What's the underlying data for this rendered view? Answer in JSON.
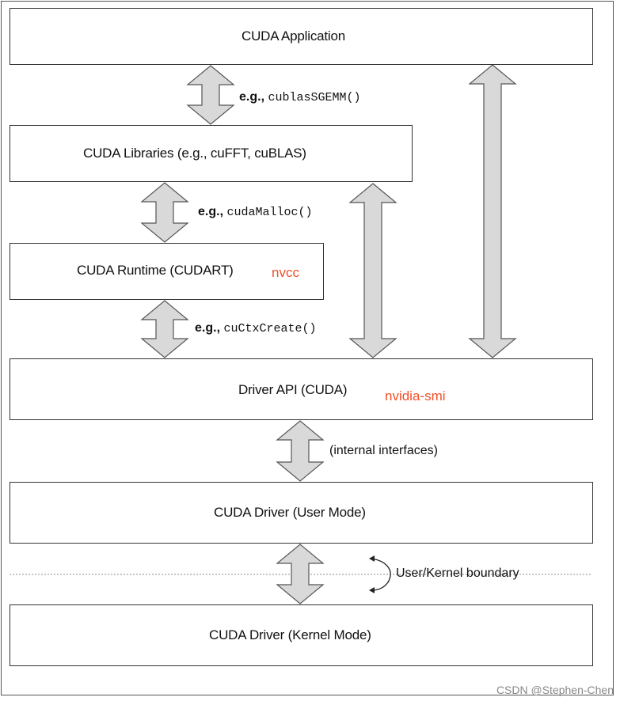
{
  "layers": {
    "app": "CUDA Application",
    "libraries": "CUDA Libraries (e.g., cuFFT, cuBLAS)",
    "runtime": "CUDA Runtime (CUDART)",
    "driver_api": "Driver API (CUDA)",
    "driver_user": "CUDA Driver (User Mode)",
    "driver_kernel": "CUDA Driver (Kernel Mode)"
  },
  "annotations": {
    "runtime_tool": "nvcc",
    "driver_api_tool": "nvidia-smi",
    "annotation_color": "#f0502a"
  },
  "calls": {
    "eg": "e.g.,",
    "app_to_lib": "cublasSGEMM()",
    "lib_to_runtime": "cudaMalloc()",
    "runtime_to_driver": "cuCtxCreate()",
    "internal": "(internal interfaces)"
  },
  "boundary": {
    "label": "User/Kernel boundary"
  },
  "colors": {
    "arrow_fill": "#d9d9d9",
    "arrow_stroke": "#555555",
    "box_border": "#333333"
  },
  "watermark": "CSDN @Stephen-Chen"
}
